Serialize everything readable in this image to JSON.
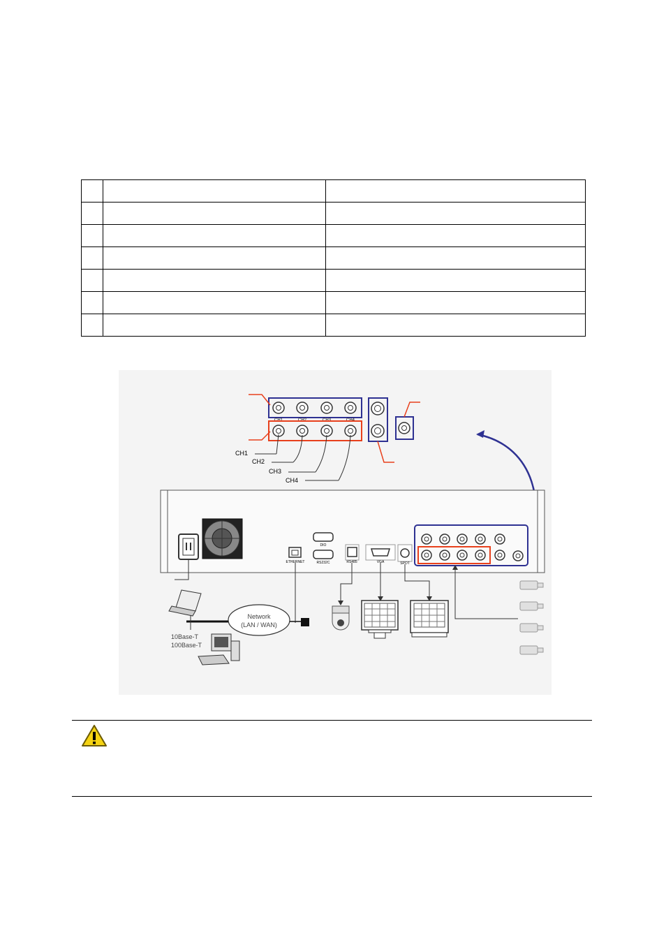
{
  "table": {
    "rows": [
      {
        "num": "",
        "col1": "",
        "col2": ""
      },
      {
        "num": "",
        "col1": "",
        "col2": ""
      },
      {
        "num": "",
        "col1": "",
        "col2": ""
      },
      {
        "num": "",
        "col1": "",
        "col2": ""
      },
      {
        "num": "",
        "col1": "",
        "col2": ""
      },
      {
        "num": "",
        "col1": "",
        "col2": ""
      },
      {
        "num": "",
        "col1": "",
        "col2": ""
      }
    ]
  },
  "diagram": {
    "top_connectors": [
      "CH1",
      "CH2",
      "CH3",
      "CH4"
    ],
    "loop_labels": [
      "CH1",
      "CH2",
      "CH3",
      "CH4"
    ],
    "port_labels": {
      "dio": "DIO",
      "rs232c": "RS232C",
      "ethernet": "ETHERNET",
      "rs485": "RS485",
      "vga": "VGA",
      "spot": "SPOT"
    },
    "network": {
      "line1": "Network",
      "line2": "(LAN / WAN)"
    },
    "lan_speeds": [
      "10Base-T",
      "100Base-T"
    ]
  },
  "colors": {
    "blue_box": "#2e3192",
    "red_box": "#e8401c",
    "warning": "#f5d312"
  }
}
